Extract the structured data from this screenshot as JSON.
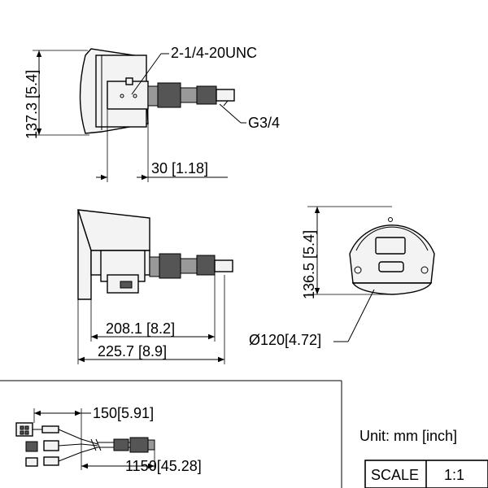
{
  "dimensions": {
    "top_height": "137.3  [5.4]",
    "thread_spec": "2-1/4-20UNC",
    "pipe_thread": "G3/4",
    "mount_depth": "30  [1.18]",
    "front_height": "136.5  [5.4]",
    "length_inner": "208.1  [8.2]",
    "length_outer": "225.7  [8.9]",
    "diameter": "Ø120[4.72]",
    "cable_short": "150[5.91]",
    "cable_long": "1150[45.28]"
  },
  "unit_label": "Unit: mm [inch]",
  "scale": {
    "label": "SCALE",
    "value": "1:1"
  }
}
